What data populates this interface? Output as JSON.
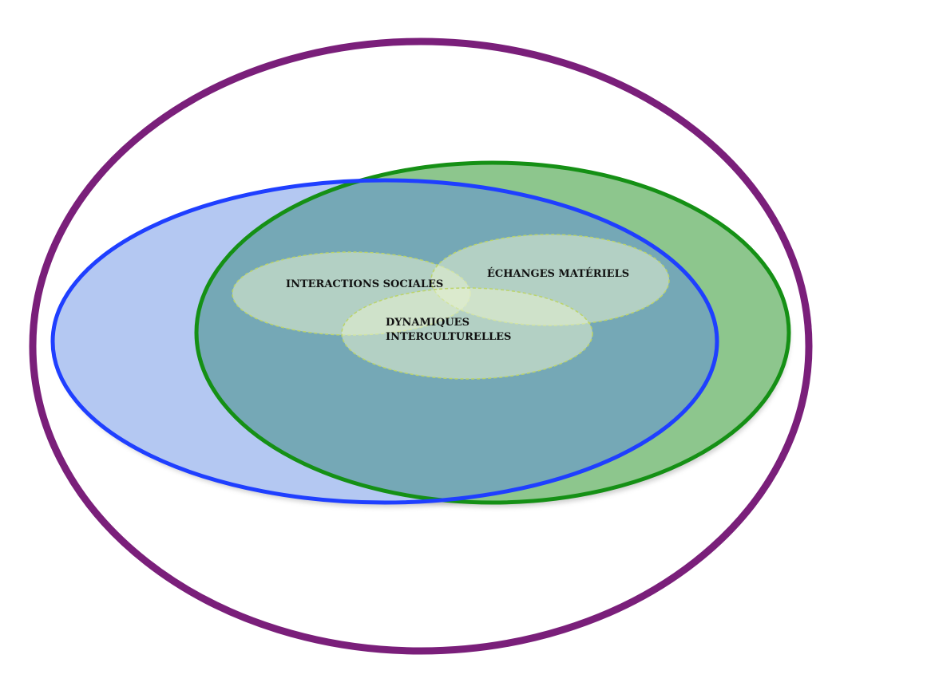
{
  "diagram": {
    "type": "nested-ellipses",
    "colors": {
      "outer_stroke": "#7a1f7a",
      "blue_fill": "#b4c8f2",
      "blue_stroke": "#1f3fff",
      "green_fill": "#8dc68d",
      "green_stroke": "#159015",
      "overlap_fill": "#75a8b6",
      "inner_fill": "#e6f0cf",
      "inner_stroke": "#bcd46a"
    },
    "labels": {
      "interactions": "INTERACTIONS SOCIALES",
      "echanges": "ÉCHANGES MATÉRIELS",
      "dynamiques_line1": "DYNAMIQUES",
      "dynamiques_line2": "INTERCULTURELLES"
    }
  }
}
